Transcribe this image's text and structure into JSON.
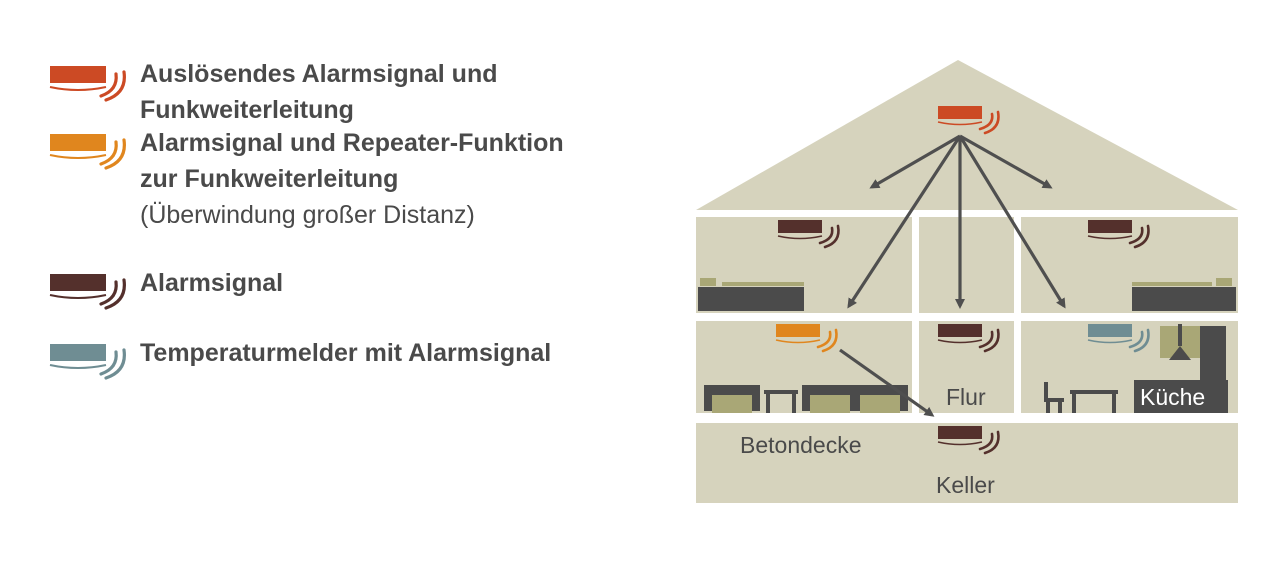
{
  "legend": [
    {
      "type": "trigger",
      "line1": "Auslösendes Alarmsignal und Funkweiterleitung",
      "line2": "",
      "line3": ""
    },
    {
      "type": "repeater",
      "line1": "Alarmsignal und Repeater-Funktion",
      "line2": "zur Funkweiterleitung",
      "line3": "(Überwindung großer Distanz)"
    },
    {
      "type": "alarm",
      "line1": "Alarmsignal",
      "line2": "",
      "line3": ""
    },
    {
      "type": "temperature",
      "line1": "Temperaturmelder mit Alarmsignal",
      "line2": "",
      "line3": ""
    }
  ],
  "rooms": {
    "flur": "Flur",
    "kueche": "Küche",
    "betondecke": "Betondecke",
    "keller": "Keller"
  },
  "colors": {
    "trigger": "#cc4a24",
    "repeater": "#e0861e",
    "alarm": "#54302c",
    "temperature": "#6f8d93",
    "house": "#d6d3bd",
    "furniture": "#4b4b4b",
    "furniture_light": "#a9a776",
    "arrow": "#4f4f4f"
  }
}
